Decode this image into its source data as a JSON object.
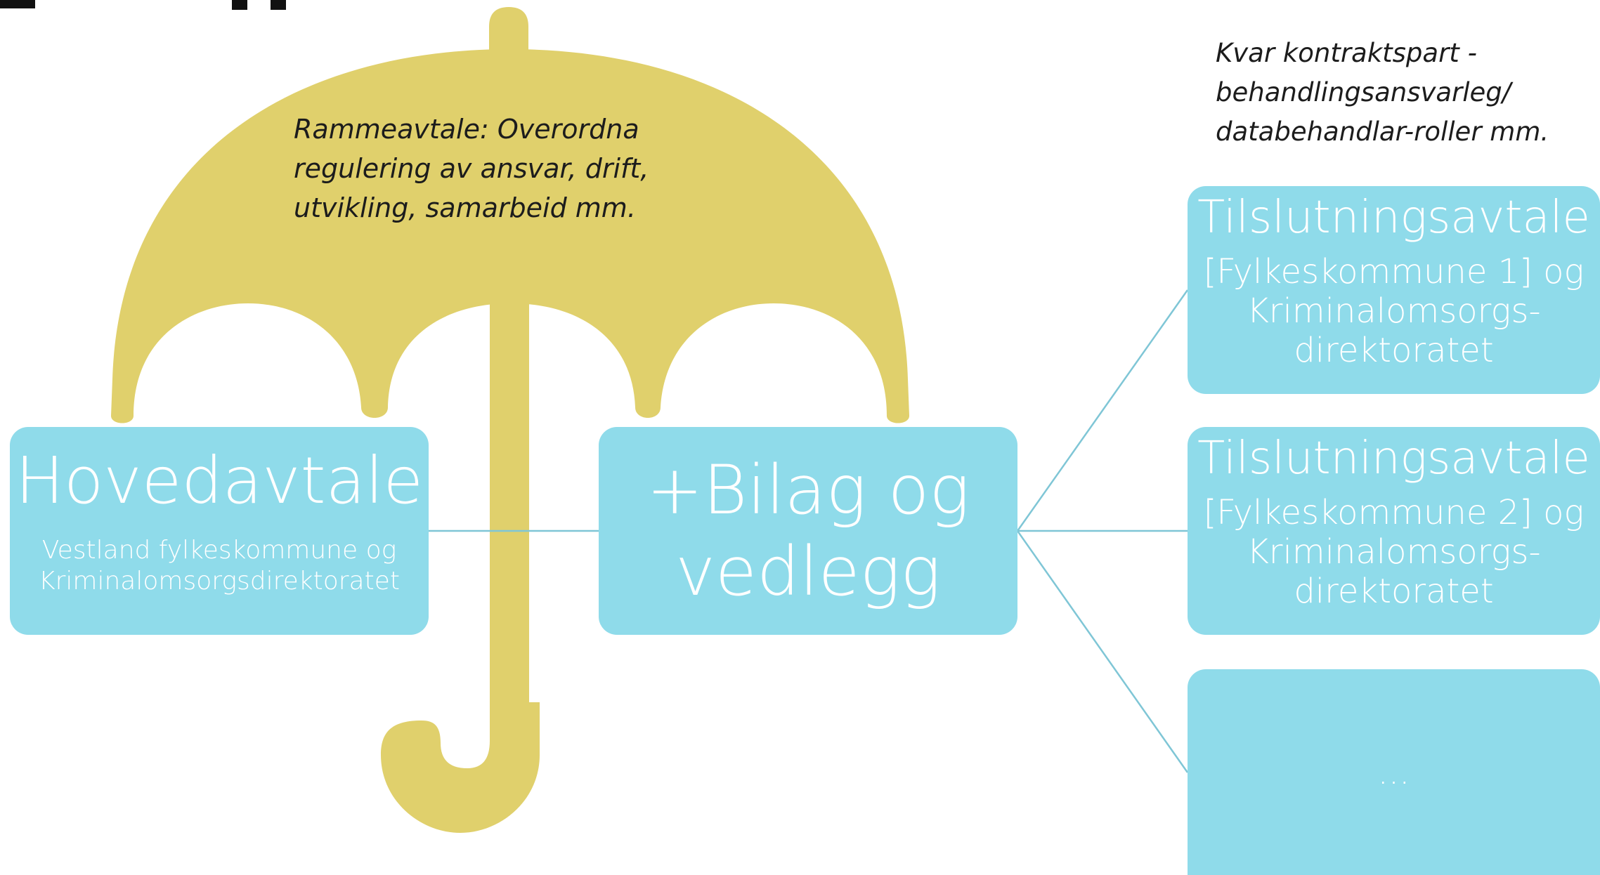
{
  "colors": {
    "umbrella": "#e0d06c",
    "box_fill": "#8fdbea",
    "box_text": "#ffffff",
    "connector": "#7fc6d6",
    "caption_text": "#1c1c1c"
  },
  "umbrella": {
    "caption": "Rammeavtale: Overordna\nregulering av ansvar, drift,\nutvikling, samarbeid mm."
  },
  "hovedavtale": {
    "title": "Hovedavtale",
    "subtitle": "Vestland fylkeskommune og\nKriminalomsorgsdirektoratet"
  },
  "bilag": {
    "title": "+Bilag og\nvedlegg"
  },
  "party_caption": "Kvar kontraktspart  -\nbehandlingsansvarleg/\ndatabehandlar-roller mm.",
  "tilslutning": [
    {
      "title": "Tilslutningsavtale",
      "subtitle": "[Fylkeskommune 1] og\nKriminalomsorgs-\ndirektoratet"
    },
    {
      "title": "Tilslutningsavtale",
      "subtitle": "[Fylkeskommune 2] og\nKriminalomsorgs-\ndirektoratet"
    },
    {
      "title": "..."
    }
  ]
}
